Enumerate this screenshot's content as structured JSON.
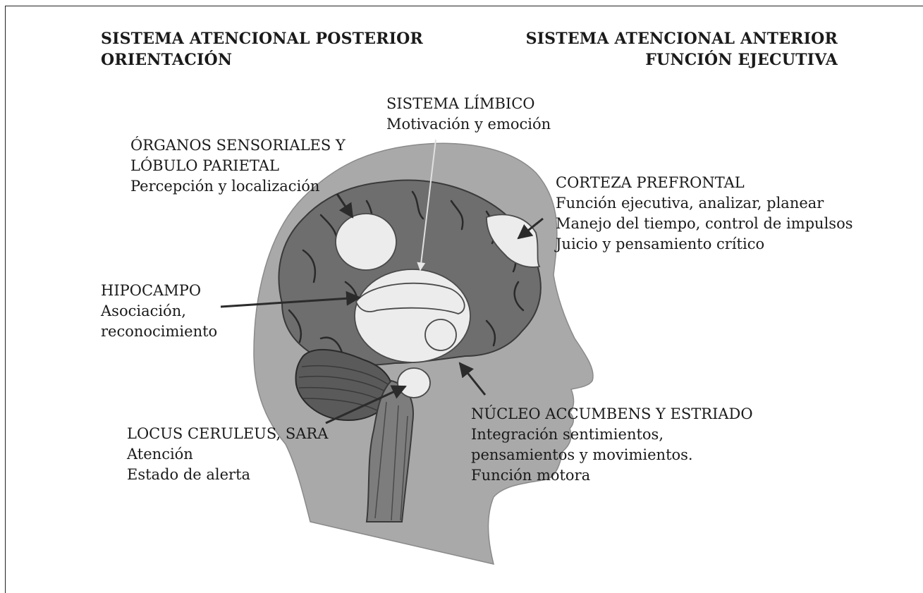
{
  "headers": {
    "posterior_title": "SISTEMA ATENCIONAL POSTERIOR",
    "posterior_sub": "ORIENTACIÓN",
    "anterior_title": "SISTEMA ATENCIONAL ANTERIOR",
    "anterior_sub": "FUNCIÓN EJECUTIVA"
  },
  "labels": {
    "limbico": {
      "title": "SISTEMA LÍMBICO",
      "lines": [
        "Motivación y emoción"
      ]
    },
    "organos": {
      "title1": "ÓRGANOS SENSORIALES Y",
      "title2": "LÓBULO PARIETAL",
      "lines": [
        "Percepción y localización"
      ]
    },
    "prefrontal": {
      "title": "CORTEZA PREFRONTAL",
      "lines": [
        "Función ejecutiva, analizar, planear",
        "Manejo del tiempo, control de impulsos",
        "Juicio y pensamiento crítico"
      ]
    },
    "hipocampo": {
      "title": "HIPOCAMPO",
      "lines": [
        "Asociación,",
        "reconocimiento"
      ]
    },
    "locus": {
      "title": "LOCUS CERULEUS, SARA",
      "lines": [
        "Atención",
        "Estado de alerta"
      ]
    },
    "accumbens": {
      "title": "NÚCLEO ACCUMBENS Y ESTRIADO",
      "lines": [
        "Integración sentimientos,",
        "pensamientos y movimientos.",
        "Función motora"
      ]
    }
  },
  "colors": {
    "head": "#a9a9a9",
    "brain": "#6e6e6e",
    "cerebellum": "#5a5a5a",
    "region": "#ececec",
    "arrow": "#2b2b2b",
    "limbic_arrow": "#e0e0e0"
  }
}
